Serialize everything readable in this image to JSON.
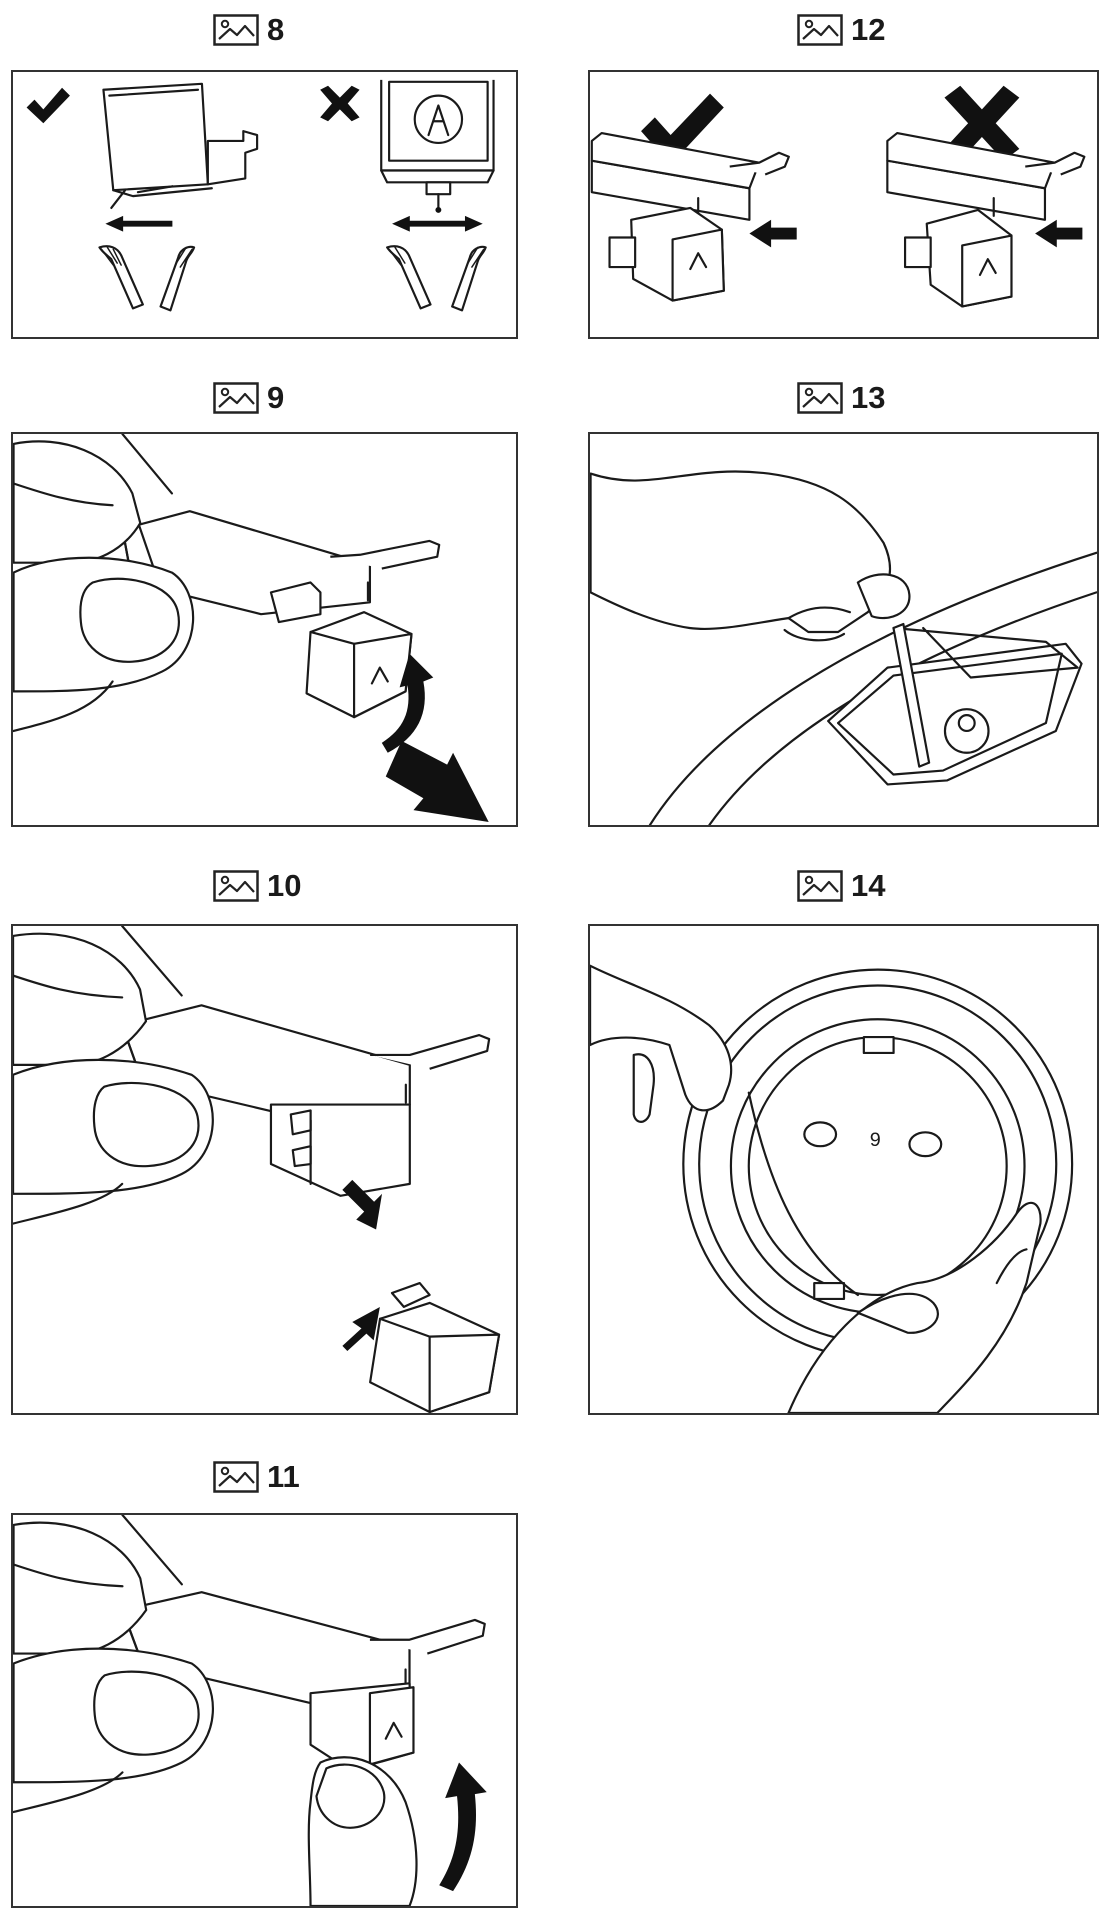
{
  "figures": [
    {
      "key": "fig8",
      "label": "8"
    },
    {
      "key": "fig12",
      "label": "12"
    },
    {
      "key": "fig9",
      "label": "9"
    },
    {
      "key": "fig13",
      "label": "13"
    },
    {
      "key": "fig10",
      "label": "10"
    },
    {
      "key": "fig14",
      "label": "14"
    },
    {
      "key": "fig11",
      "label": "11"
    }
  ],
  "icons": {
    "figure_marker": "picture-icon",
    "correct": "checkmark-icon",
    "incorrect": "cross-icon",
    "direction": "arrow-icon"
  },
  "colors": {
    "line": "#1a1a1a",
    "fill": "#ffffff",
    "frame": "#333333"
  }
}
